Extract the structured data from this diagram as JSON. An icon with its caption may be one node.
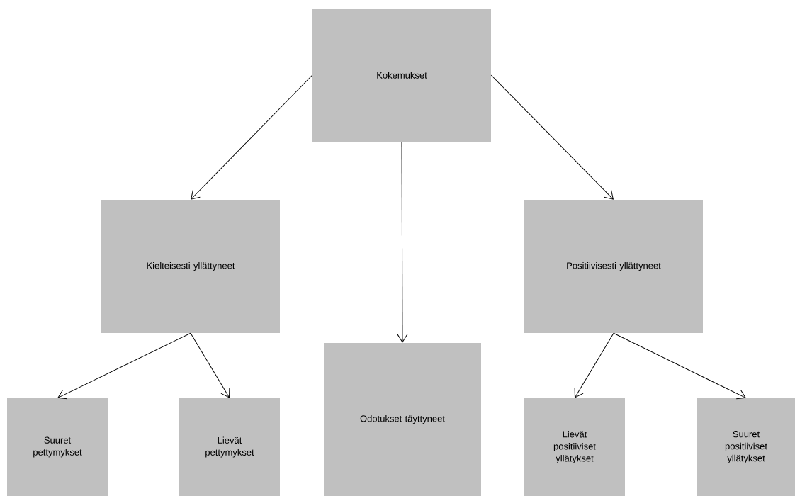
{
  "diagram": {
    "nodes": [
      {
        "text": [
          "Kokemukset"
        ]
      },
      {
        "text": [
          "Kielteisesti yllättyneet"
        ]
      },
      {
        "text": [
          "Positiivisesti yllättyneet"
        ]
      },
      {
        "text": [
          "Odotukset täyttyneet"
        ]
      },
      {
        "text": [
          "Suuret pettymykset"
        ]
      },
      {
        "text": [
          "Lievät pettymykset"
        ]
      },
      {
        "text": [
          "Lievät positiiviset yllätykset"
        ]
      },
      {
        "text": [
          "Suuret positiiviset yllätykset"
        ]
      }
    ],
    "edges": [
      {
        "from": 0,
        "to": 1,
        "arrow": "to"
      },
      {
        "from": 0,
        "to": 3,
        "arrow": "to"
      },
      {
        "from": 0,
        "to": 2,
        "arrow": "to"
      },
      {
        "from": 1,
        "to": 4,
        "arrow": "to"
      },
      {
        "from": 1,
        "to": 5,
        "arrow": "to"
      },
      {
        "from": 2,
        "to": 6,
        "arrow": "to"
      },
      {
        "from": 2,
        "to": 7,
        "arrow": "to"
      }
    ]
  }
}
